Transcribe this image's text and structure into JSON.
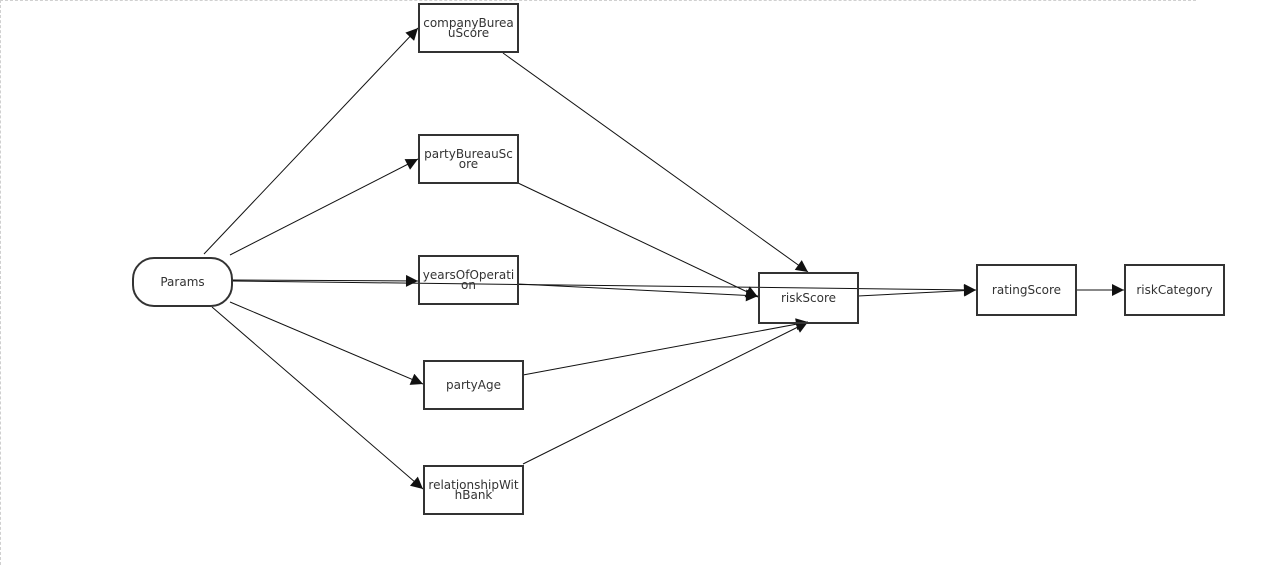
{
  "diagram": {
    "nodes": [
      {
        "id": "params",
        "label": "Params",
        "shape": "terminator"
      },
      {
        "id": "companyBureauScore",
        "label": "companyBureauScore",
        "shape": "rect"
      },
      {
        "id": "partyBureauScore",
        "label": "partyBureauScore",
        "shape": "rect"
      },
      {
        "id": "yearsOfOperation",
        "label": "yearsOfOperation",
        "shape": "rect"
      },
      {
        "id": "partyAge",
        "label": "partyAge",
        "shape": "rect"
      },
      {
        "id": "relationshipWithBank",
        "label": "relationshipWithBank",
        "shape": "rect"
      },
      {
        "id": "riskScore",
        "label": "riskScore",
        "shape": "rect"
      },
      {
        "id": "ratingScore",
        "label": "ratingScore",
        "shape": "rect"
      },
      {
        "id": "riskCategory",
        "label": "riskCategory",
        "shape": "rect"
      }
    ],
    "edges": [
      {
        "from": "params",
        "to": "companyBureauScore"
      },
      {
        "from": "params",
        "to": "partyBureauScore"
      },
      {
        "from": "params",
        "to": "yearsOfOperation"
      },
      {
        "from": "params",
        "to": "partyAge"
      },
      {
        "from": "params",
        "to": "relationshipWithBank"
      },
      {
        "from": "params",
        "to": "ratingScore"
      },
      {
        "from": "companyBureauScore",
        "to": "riskScore"
      },
      {
        "from": "partyBureauScore",
        "to": "riskScore"
      },
      {
        "from": "yearsOfOperation",
        "to": "riskScore"
      },
      {
        "from": "partyAge",
        "to": "riskScore"
      },
      {
        "from": "relationshipWithBank",
        "to": "riskScore"
      },
      {
        "from": "riskScore",
        "to": "ratingScore"
      },
      {
        "from": "ratingScore",
        "to": "riskCategory"
      }
    ]
  },
  "colors": {
    "stroke": "#333333",
    "edge": "#111111",
    "background": "#ffffff",
    "canvas_border": "#d0d0d0"
  }
}
